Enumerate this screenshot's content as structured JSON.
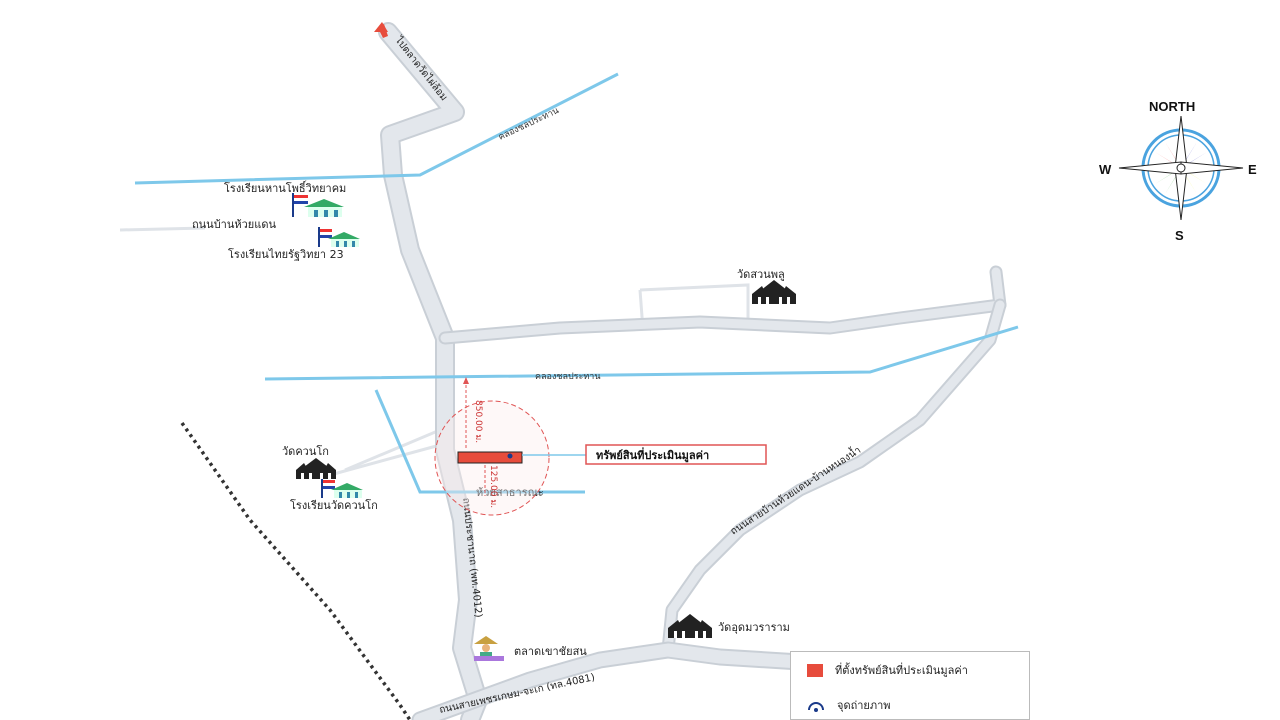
{
  "compass": {
    "north": "NORTH",
    "south": "S",
    "east": "E",
    "west": "W"
  },
  "labels": {
    "top_arrow_road": "ไปตลาดวัดไผ่ล้อม",
    "canal_top": "คลองชลประทาน",
    "canal_mid": "คลองชลประทาน",
    "school_1": "โรงเรียนหานโพธิ์วิทยาคม",
    "road_left": "ถนนบ้านห้วยแดน",
    "school_2": "โรงเรียนไทยรัฐวิทยา 23",
    "temple_suanphlu": "วัดสวนพลู",
    "temple_khuanko": "วัดควนโก",
    "school_khuanko": "โรงเรียนวัดควนโก",
    "public_stream": "ห้วยสาธารณะ",
    "main_road": "ถนนประชานาถ (พท.4012)",
    "road_ne": "ถนนสายบ้านห้วยแดน-บ้านหนองน้ำ",
    "temple_udom": "วัดอุดมวราราม",
    "market": "ตลาดเขาชัยสน",
    "highway": "ถนนสายเพชรเกษม-จะเก (ทล.4081)",
    "dist_north": "850.00 ม.",
    "dist_south": "125.00 ม."
  },
  "callout": {
    "label": "ทรัพย์สินที่ประเมินมูลค่า"
  },
  "legend": {
    "items": [
      {
        "label": "ที่ตั้งทรัพย์สินที่ประเมินมูลค่า",
        "color": "#e74c3c"
      },
      {
        "label": "จุดถ่ายภาพ",
        "icon": "photo-point-icon"
      }
    ]
  },
  "colors": {
    "road": "#e3e7ec",
    "road_edge": "#c9cfd6",
    "canal": "#7ec8ea",
    "property": "#e74c3c",
    "radius_circle": "#e05555",
    "railway": "#333333"
  }
}
